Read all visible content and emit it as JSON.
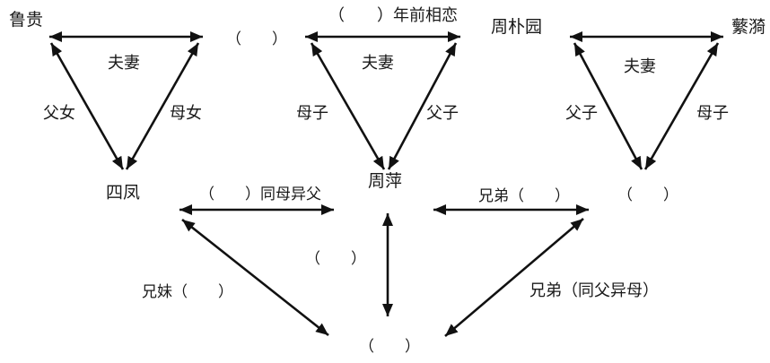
{
  "nodes": {
    "lu_gui": "鲁贵",
    "lu_gui_spouse": "（　　）",
    "zhou_puyuan": "周朴园",
    "fan_yi": "蘩漪",
    "si_feng": "四凤",
    "zhou_ping": "周萍",
    "fan_yi_son": "（　　）",
    "bottom_person": "（　　）"
  },
  "labels": {
    "years_ago_romance": "（　　）年前相恋",
    "couple_left": "夫妻",
    "couple_middle": "夫妻",
    "couple_right": "夫妻",
    "father_daughter": "父女",
    "mother_daughter": "母女",
    "mother_son_middle": "母子",
    "father_son_middle": "父子",
    "father_son_right": "父子",
    "mother_son_right": "母子",
    "half_siblings_same_mother": "（　　）同母异父",
    "brothers_blank": "兄弟（　　）",
    "vertical_blank": "（　　）",
    "brother_sister_blank": "兄妹（　　）",
    "brothers_same_father": "兄弟（同父异母）"
  },
  "colors": {
    "line": "#111111",
    "text": "#1a1a1a"
  }
}
